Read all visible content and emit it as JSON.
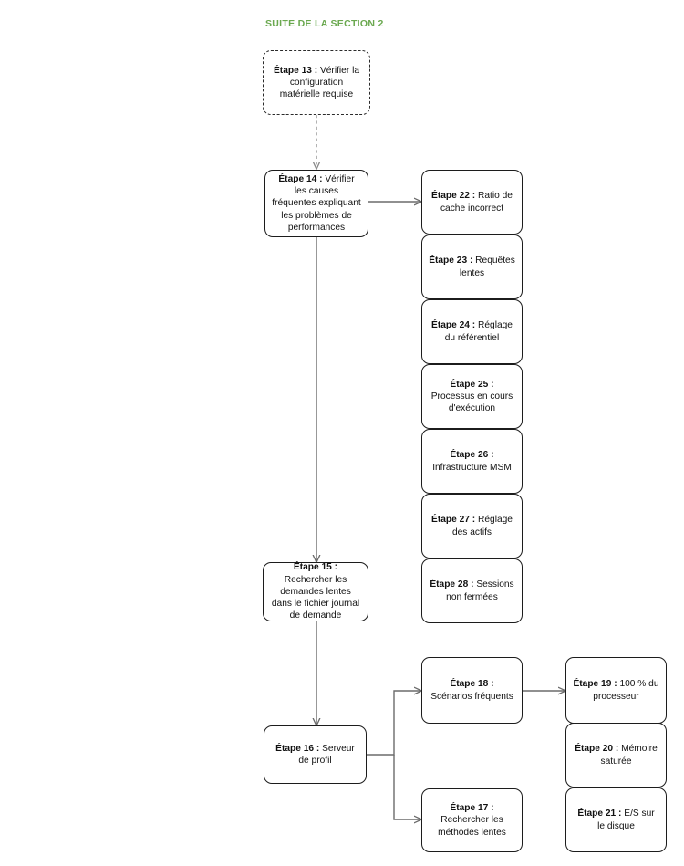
{
  "header": {
    "section_label": "SUITE DE LA SECTION 2",
    "accent_color": "#6aa84f"
  },
  "theme": {
    "node_border_color": "#1c1c1c",
    "connector_color": "#6b6b6b",
    "dashed_connector_color": "#8a8a8a",
    "background": "#ffffff"
  },
  "nodes": {
    "etape13": {
      "label_bold": "Étape 13 : ",
      "label_rest": "Vérifier la configuration matérielle requise",
      "style": "dashed"
    },
    "etape14": {
      "label_bold": "Étape 14 : ",
      "label_rest": "Vérifier les causes fréquentes expliquant les problèmes de performances",
      "style": "solid"
    },
    "etape15": {
      "label_bold": "Étape 15 : ",
      "label_rest": "Rechercher les demandes lentes dans le fichier journal de demande",
      "style": "solid"
    },
    "etape16": {
      "label_bold": "Étape 16 : ",
      "label_rest": "Serveur de profil",
      "style": "solid"
    },
    "etape17": {
      "label_bold": "Étape 17 : ",
      "label_rest": "Rechercher les méthodes lentes",
      "style": "solid"
    },
    "etape18": {
      "label_bold": "Étape 18 : ",
      "label_rest": "Scénarios fréquents",
      "style": "solid"
    },
    "etape19": {
      "label_bold": "Étape 19 : ",
      "label_rest": "100 % du processeur",
      "style": "solid"
    },
    "etape20": {
      "label_bold": "Étape 20 : ",
      "label_rest": "Mémoire saturée",
      "style": "solid"
    },
    "etape21": {
      "label_bold": "Étape 21 : ",
      "label_rest": "E/S sur le disque",
      "style": "solid"
    },
    "etape22": {
      "label_bold": "Étape 22 : ",
      "label_rest": "Ratio de cache incorrect",
      "style": "solid"
    },
    "etape23": {
      "label_bold": "Étape 23 : ",
      "label_rest": "Requêtes lentes",
      "style": "solid"
    },
    "etape24": {
      "label_bold": "Étape 24 : ",
      "label_rest": "Réglage du référentiel",
      "style": "solid"
    },
    "etape25": {
      "label_bold": "Étape 25 : ",
      "label_rest": "Processus en cours d'exécution",
      "style": "solid"
    },
    "etape26": {
      "label_bold": "Étape 26 : ",
      "label_rest": "Infrastructure MSM",
      "style": "solid"
    },
    "etape27": {
      "label_bold": "Étape 27 : ",
      "label_rest": "Réglage des actifs",
      "style": "solid"
    },
    "etape28": {
      "label_bold": "Étape 28 : ",
      "label_rest": "Sessions non fermées",
      "style": "solid"
    }
  },
  "connectors": [
    {
      "name": "etape13-to-etape14",
      "style": "dashed"
    },
    {
      "name": "etape14-to-etape22",
      "style": "solid"
    },
    {
      "name": "etape14-to-etape15",
      "style": "solid"
    },
    {
      "name": "etape15-to-etape16",
      "style": "solid"
    },
    {
      "name": "etape16-to-etape18",
      "style": "solid"
    },
    {
      "name": "etape16-to-etape17",
      "style": "solid"
    },
    {
      "name": "etape18-to-etape19",
      "style": "solid"
    }
  ]
}
